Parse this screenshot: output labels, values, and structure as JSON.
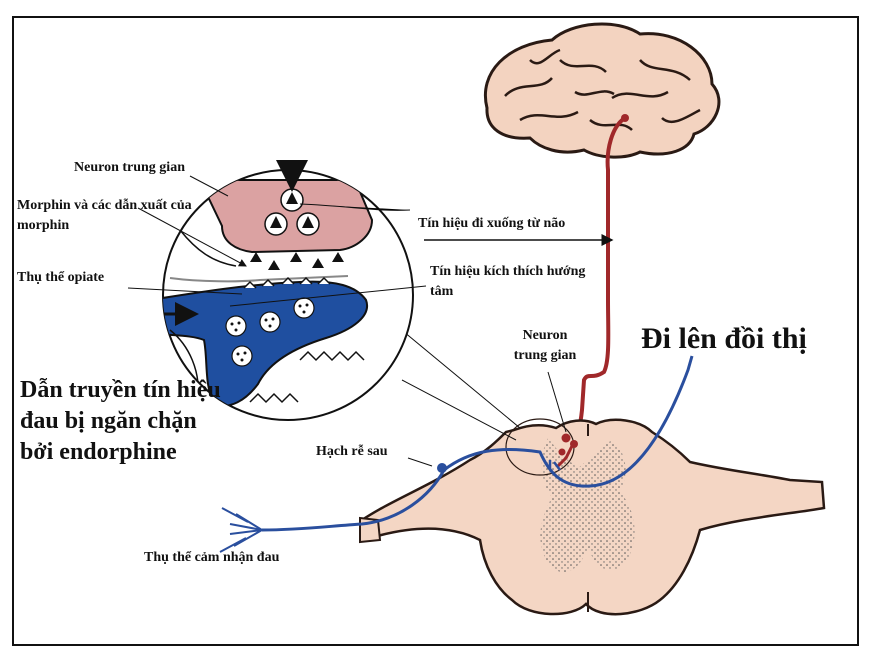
{
  "labels": {
    "interneuron_top": "Neuron trung gian",
    "morphine": "Morphin và các dẫn xuất của morphin",
    "opiate_receptor": "Thụ thể opiate",
    "descending_signal": "Tín hiệu đi xuống từ não",
    "afferent_signal": "Tín hiệu kích thích hướng tâm",
    "interneuron_cord": "Neuron trung gian",
    "to_thalamus": "Đi lên đồi thị",
    "blocked_by_endorphine": "Dẫn truyền tín hiệu đau bị ngăn chặn bởi endorphine",
    "dorsal_root_ganglion": "Hạch rễ sau",
    "pain_receptor": "Thụ thể cảm nhận đau"
  },
  "colors": {
    "descending_pathway": "#a0282a",
    "afferent_pathway": "#2a4f9e",
    "presynaptic_terminal": "#dba2a2",
    "postsynaptic_terminal": "#1f4fa0",
    "spinal_tissue": "#f4d6c4",
    "brain": "#f3d3c0"
  }
}
